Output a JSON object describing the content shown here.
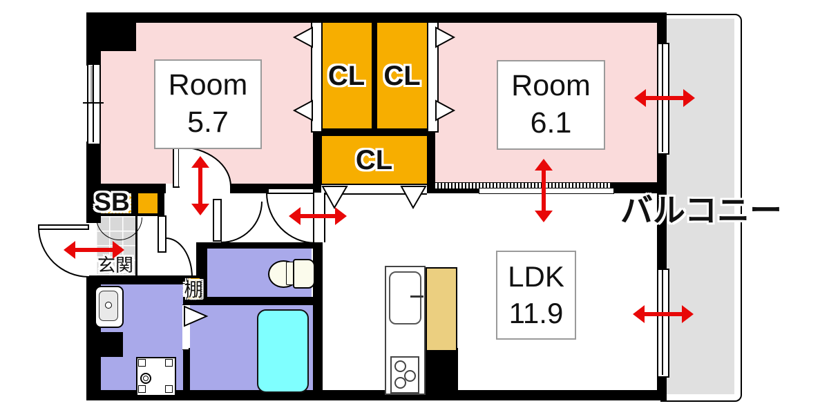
{
  "floorplan": {
    "room1": {
      "label": "Room",
      "area": "5.7"
    },
    "room2": {
      "label": "Room",
      "area": "6.1"
    },
    "ldk": {
      "label": "LDK",
      "area": "11.9"
    },
    "closet1": {
      "label": "CL"
    },
    "closet2": {
      "label": "CL"
    },
    "closet3": {
      "label": "CL"
    },
    "balcony": {
      "label": "バルコニー"
    },
    "entrance": {
      "label": "玄関"
    },
    "shoebox": {
      "label": "SB"
    },
    "shelf": {
      "label": "棚"
    }
  },
  "colors": {
    "room_pink": "#FADBDB",
    "closet_orange": "#F7AE00",
    "wet_area_lavender": "#A9A9EA",
    "bathtub_cyan": "#7FFFFF",
    "balcony_gray": "#E0E0E0",
    "entrance_tile_gray": "#D8D8D8",
    "counter_tan": "#EBCF80",
    "arrow_red": "#E80808",
    "wall_black": "#000000"
  }
}
